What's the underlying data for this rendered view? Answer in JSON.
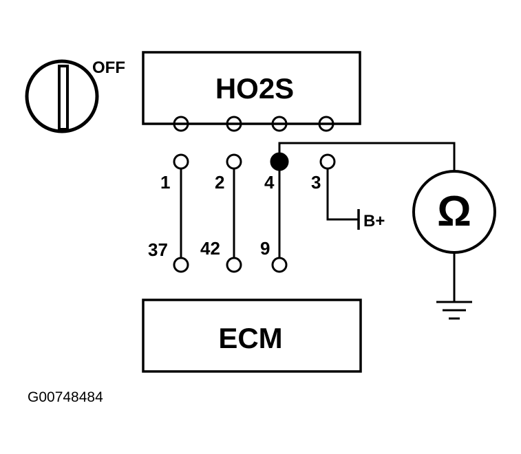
{
  "ignition": {
    "state_label": "OFF",
    "icon": "ignition-key-icon"
  },
  "sensor": {
    "label": "HO2S"
  },
  "ecm": {
    "label": "ECM"
  },
  "sensor_pins": [
    "1",
    "2",
    "4",
    "3"
  ],
  "ecm_pins": [
    "37",
    "42",
    "9"
  ],
  "battery": {
    "label": "B+"
  },
  "ohmmeter": {
    "symbol": "Ω",
    "icon": "ohmmeter-icon"
  },
  "ground": {
    "icon": "ground-icon"
  },
  "figure_id": "G00748484"
}
